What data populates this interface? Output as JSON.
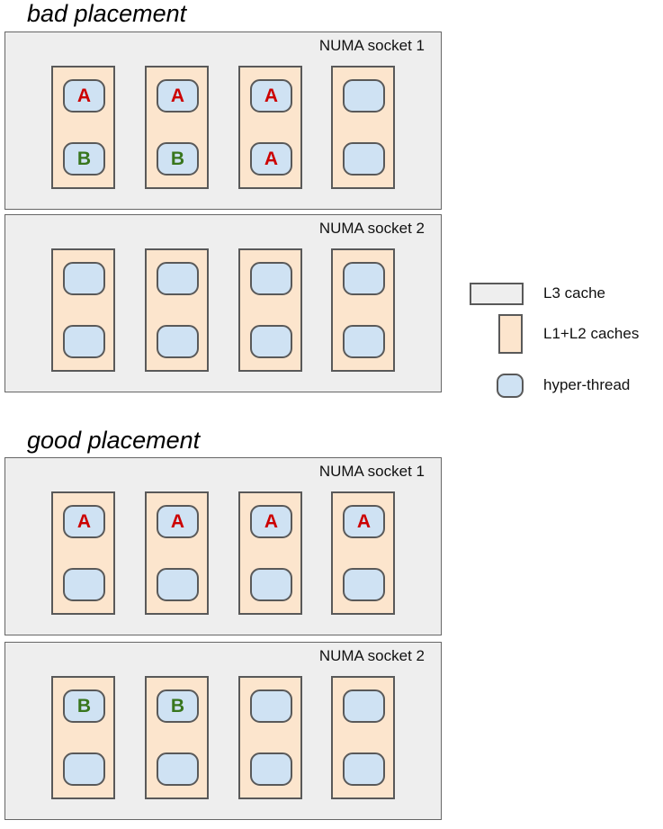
{
  "colors": {
    "A": "#cc0000",
    "B": "#38761d",
    "l3": "#eeeeee",
    "l12": "#fce5cd",
    "thread": "#cfe2f3"
  },
  "panels": [
    {
      "title": "bad placement",
      "sockets": [
        {
          "label": "NUMA socket 1",
          "cores": [
            [
              "A",
              "B"
            ],
            [
              "A",
              "B"
            ],
            [
              "A",
              "A"
            ],
            [
              "",
              ""
            ]
          ]
        },
        {
          "label": "NUMA socket 2",
          "cores": [
            [
              "",
              ""
            ],
            [
              "",
              ""
            ],
            [
              "",
              ""
            ],
            [
              "",
              ""
            ]
          ]
        }
      ]
    },
    {
      "title": "good placement",
      "sockets": [
        {
          "label": "NUMA socket 1",
          "cores": [
            [
              "A",
              ""
            ],
            [
              "A",
              ""
            ],
            [
              "A",
              ""
            ],
            [
              "A",
              ""
            ]
          ]
        },
        {
          "label": "NUMA socket 2",
          "cores": [
            [
              "B",
              ""
            ],
            [
              "B",
              ""
            ],
            [
              "",
              ""
            ],
            [
              "",
              ""
            ]
          ]
        }
      ]
    }
  ],
  "legend": {
    "l3": "L3 cache",
    "l12": "L1+L2 caches",
    "thread": "hyper-thread"
  }
}
